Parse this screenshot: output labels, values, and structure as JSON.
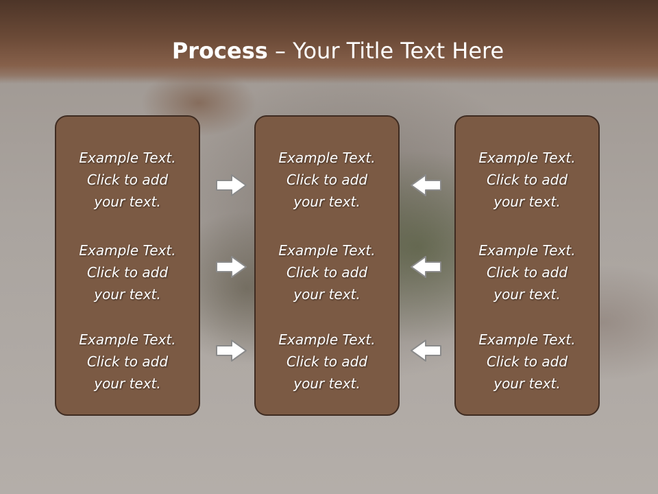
{
  "title": {
    "bold": "Process",
    "rest": " – Your Title Text Here"
  },
  "panels": [
    {
      "blocks": [
        [
          "Example Text.",
          "Click  to add",
          "your text."
        ],
        [
          "Example Text.",
          "Click  to add",
          "your text."
        ],
        [
          "Example Text.",
          "Click  to add",
          "your text."
        ]
      ]
    },
    {
      "blocks": [
        [
          "Example Text.",
          "Click  to add",
          "your text."
        ],
        [
          "Example Text.",
          "Click  to add",
          "your text."
        ],
        [
          "Example Text.",
          "Click  to add",
          "your text."
        ]
      ]
    },
    {
      "blocks": [
        [
          "Example Text.",
          "Click  to add",
          "your text."
        ],
        [
          "Example Text.",
          "Click  to add",
          "your text."
        ],
        [
          "Example Text.",
          "Click  to add",
          "your text."
        ]
      ]
    }
  ],
  "arrows": {
    "left_column": [
      "arrow-right-icon",
      "arrow-right-icon",
      "arrow-right-icon"
    ],
    "right_column": [
      "arrow-left-icon",
      "arrow-left-icon",
      "arrow-left-icon"
    ]
  },
  "colors": {
    "header": "#6b4a37",
    "panel_fill": "#7b5a44",
    "panel_border": "#3e2b21",
    "arrow_fill": "#ffffff",
    "arrow_stroke": "#8a8a8a",
    "text": "#ffffff"
  }
}
